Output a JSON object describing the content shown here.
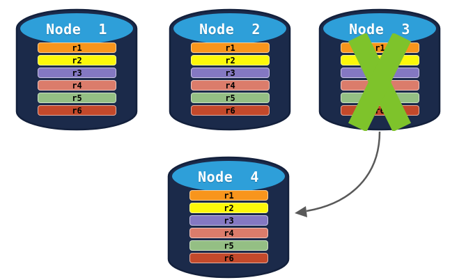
{
  "diagram": {
    "description": "Database replication across four nodes; Node 3 has failed and its data is replicated to Node 4",
    "nodes": [
      {
        "name": "node-1",
        "label": "Node  1",
        "failed": false,
        "rows": [
          "r1",
          "r2",
          "r3",
          "r4",
          "r5",
          "r6"
        ]
      },
      {
        "name": "node-2",
        "label": "Node  2",
        "failed": false,
        "rows": [
          "r1",
          "r2",
          "r3",
          "r4",
          "r5",
          "r6"
        ]
      },
      {
        "name": "node-3",
        "label": "Node  3",
        "failed": true,
        "rows": [
          "r1",
          "r2",
          "r3",
          "r4",
          "r5",
          "r6"
        ]
      },
      {
        "name": "node-4",
        "label": "Node  4",
        "failed": false,
        "rows": [
          "r1",
          "r2",
          "r3",
          "r4",
          "r5",
          "r6"
        ]
      }
    ],
    "row_colors": {
      "r1": "#F8951C",
      "r2": "#FCF80A",
      "r3": "#8478C2",
      "r4": "#DB7C6B",
      "r5": "#94BF84",
      "r6": "#C3492B"
    },
    "colors": {
      "background": "#FFFFFF",
      "cylinder_body": "#1B2A4A",
      "cylinder_outline": "#13203C",
      "cylinder_top": "#2E9FD9",
      "node_label_text": "#FFFFFF",
      "row_label_text": "#000000",
      "failure_x": "#7EC32B",
      "arrow": "#595959"
    },
    "arrow": {
      "from": "Node 3",
      "to": "Node 4"
    }
  }
}
